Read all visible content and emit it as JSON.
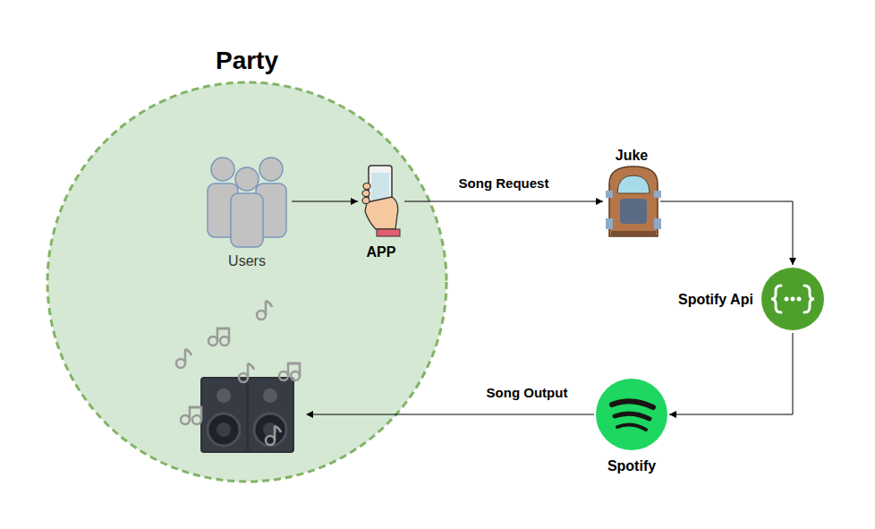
{
  "diagram": {
    "nodes": [
      {
        "text": [
          "Party"
        ]
      },
      {
        "text": [
          "Users"
        ],
        "in": 0
      },
      {
        "text": [
          "APP"
        ],
        "in": 0
      },
      {
        "text": [
          "Juke"
        ]
      },
      {
        "text": [
          "Spotify Api"
        ]
      },
      {
        "text": [
          "Spotify"
        ]
      }
    ],
    "edges": [
      {
        "from": 1,
        "to": 2,
        "arrow": "to"
      },
      {
        "from": 2,
        "to": 3,
        "label": "Song Request",
        "arrow": "to"
      },
      {
        "from": 3,
        "to": 4,
        "arrow": "to"
      },
      {
        "from": 4,
        "to": 5,
        "arrow": "to"
      }
    ],
    "labels": [
      "Song Output"
    ]
  }
}
